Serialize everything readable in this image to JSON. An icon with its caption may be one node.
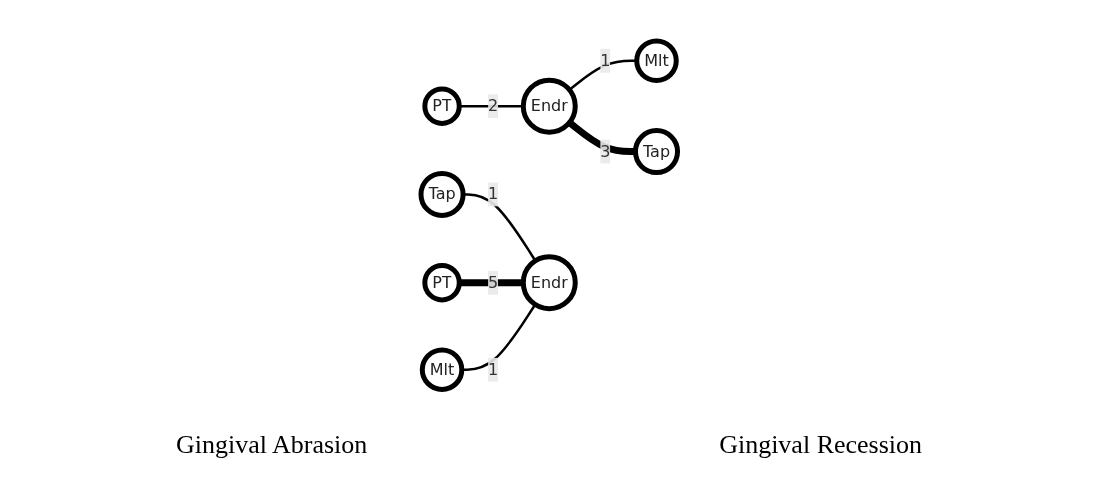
{
  "diagram": {
    "nodes": [
      {
        "text": [
          "Mlt"
        ]
      },
      {
        "text": [
          "PT"
        ]
      },
      {
        "text": [
          "Endr"
        ]
      },
      {
        "text": [
          "Tap"
        ]
      },
      {
        "text": [
          "Tap"
        ]
      },
      {
        "text": [
          "PT"
        ]
      },
      {
        "text": [
          "Endr"
        ]
      },
      {
        "text": [
          "Mlt"
        ]
      }
    ],
    "edges": [
      {
        "from": 2,
        "to": 0,
        "arrow": "none",
        "label": "1"
      },
      {
        "from": 1,
        "to": 2,
        "arrow": "none",
        "label": "2"
      },
      {
        "from": 2,
        "to": 3,
        "arrow": "none",
        "label": "3",
        "style": "thick"
      },
      {
        "from": 4,
        "to": 6,
        "arrow": "none",
        "label": "1"
      },
      {
        "from": 5,
        "to": 6,
        "arrow": "none",
        "label": "5",
        "style": "thick"
      },
      {
        "from": 7,
        "to": 6,
        "arrow": "none",
        "label": "1"
      }
    ],
    "labels": [
      "Gingival Abrasion",
      "Gingival Recession"
    ]
  }
}
